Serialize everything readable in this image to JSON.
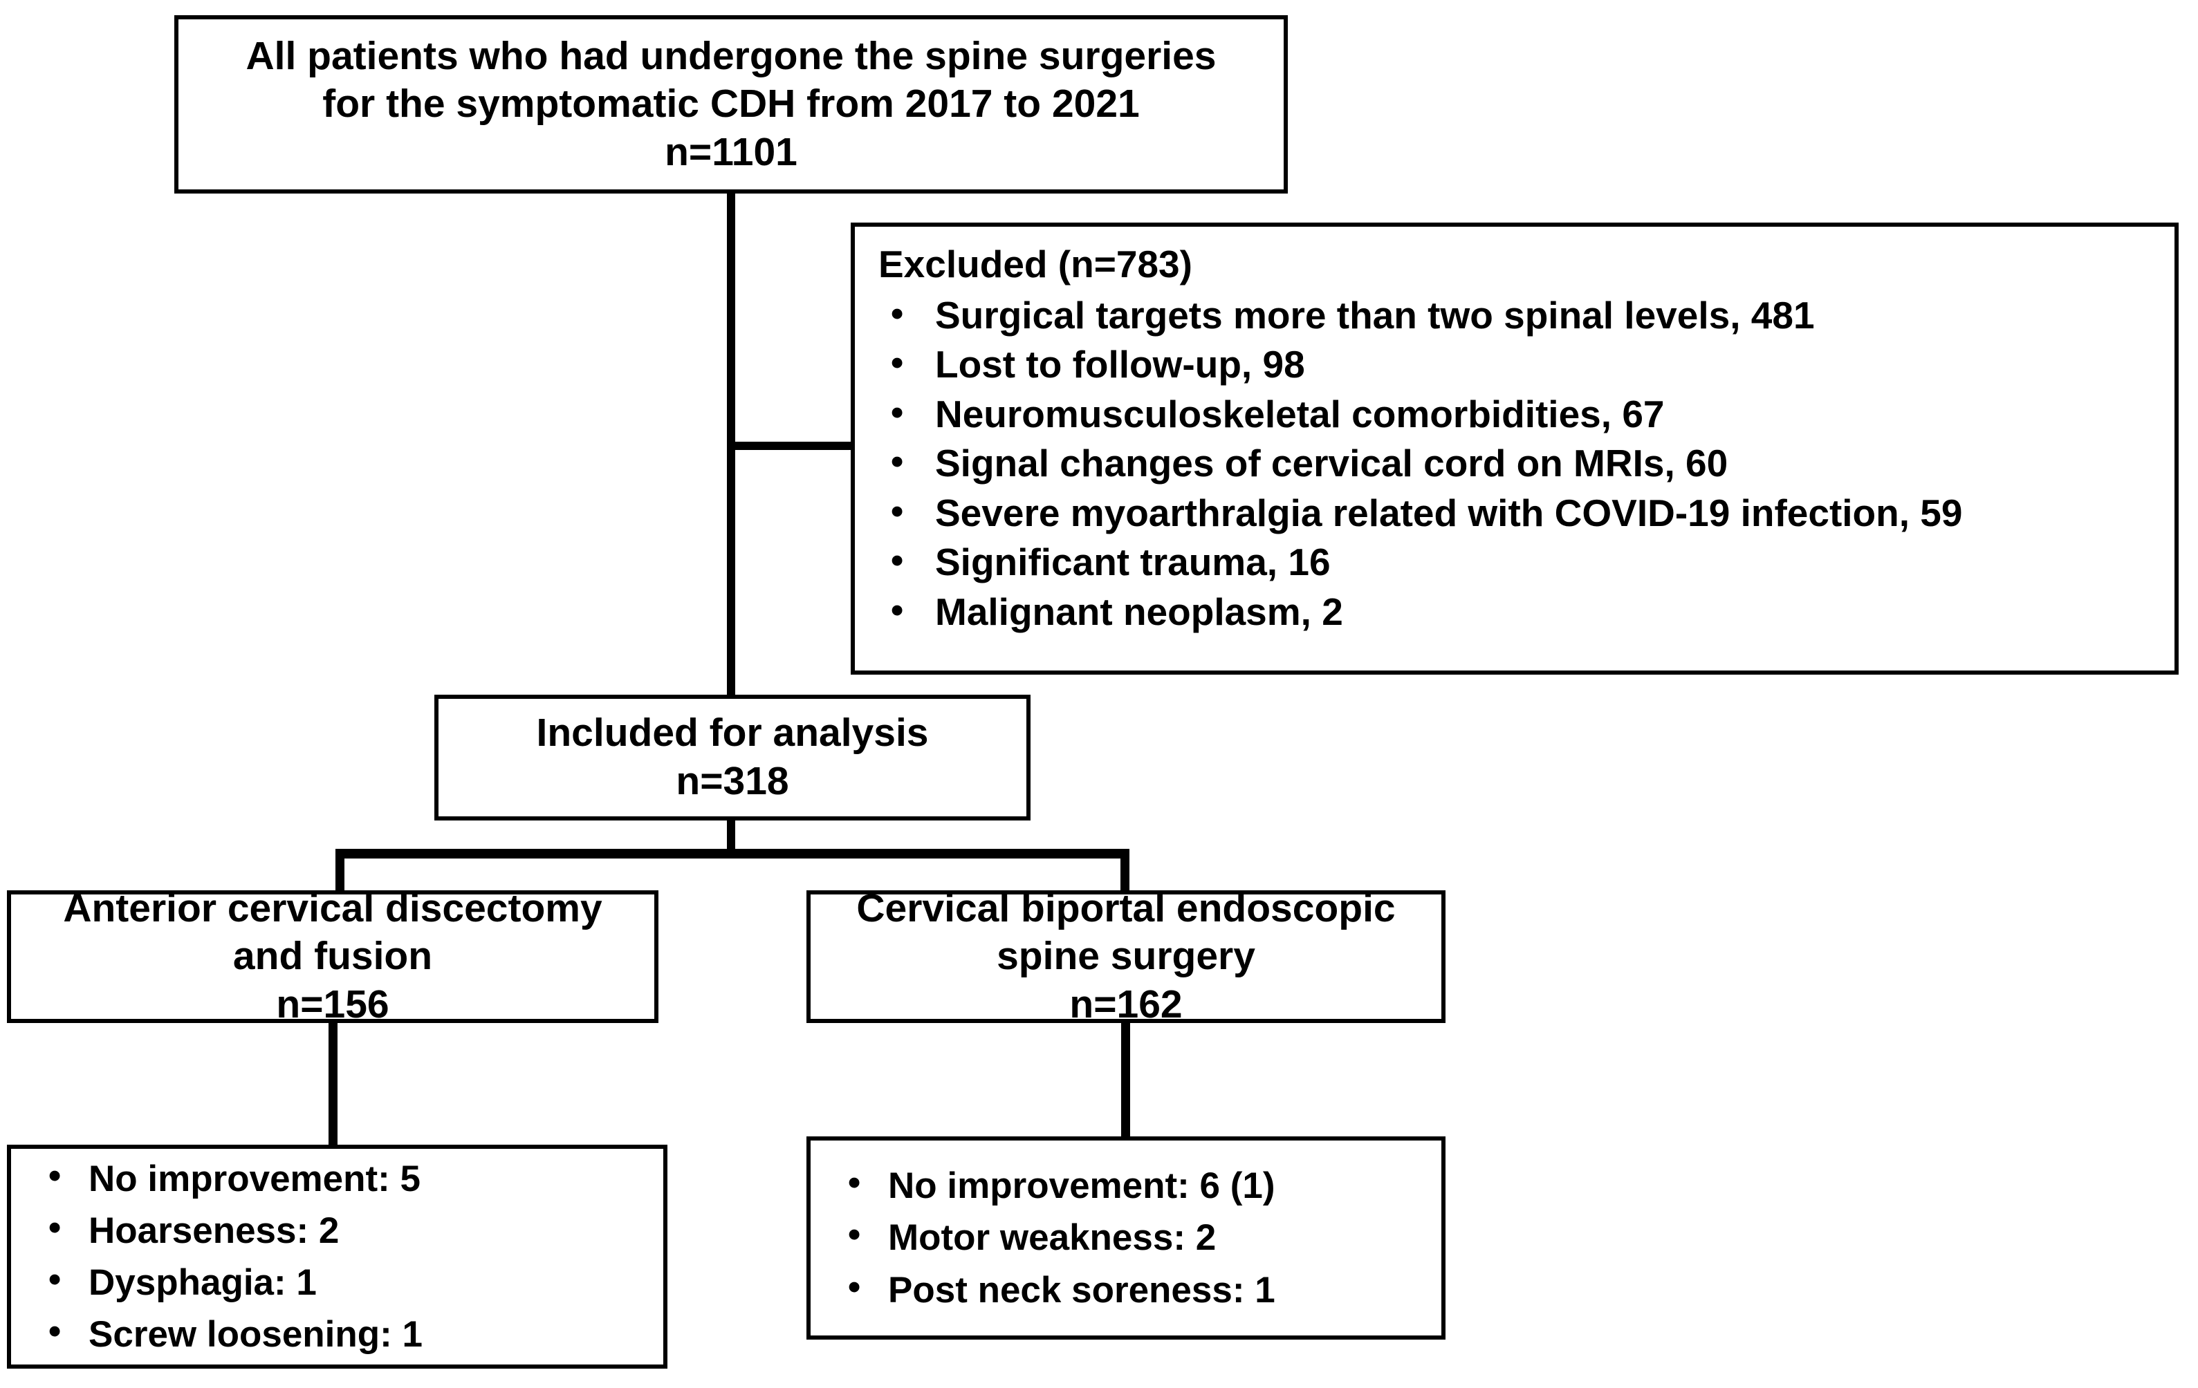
{
  "diagram": {
    "title": "Patient selection flow diagram",
    "colors": {
      "stroke": "#000000",
      "background": "#ffffff",
      "text": "#000000"
    },
    "bullet_glyph": "•",
    "enrolled_box": {
      "lines": [
        "All patients who had undergone the spine surgeries",
        "for the symptomatic CDH from 2017 to 2021",
        "n=1101"
      ],
      "count_label": "n=1101",
      "count": 1101
    },
    "excluded_box": {
      "title": "Excluded (n=783)",
      "count": 783,
      "reasons": [
        {
          "label": "Surgical targets more than two spinal levels, 481",
          "reason": "Surgical targets more than two spinal levels",
          "n": 481
        },
        {
          "label": "Lost to follow-up, 98",
          "reason": "Lost to follow-up",
          "n": 98
        },
        {
          "label": "Neuromusculoskeletal comorbidities, 67",
          "reason": "Neuromusculoskeletal comorbidities",
          "n": 67
        },
        {
          "label": "Signal changes of cervical cord on MRIs, 60",
          "reason": "Signal changes of cervical cord on MRIs",
          "n": 60
        },
        {
          "label": "Severe myoarthralgia related with COVID-19 infection, 59",
          "reason": "Severe myoarthralgia related with COVID-19 infection",
          "n": 59
        },
        {
          "label": "Significant trauma, 16",
          "reason": "Significant trauma",
          "n": 16
        },
        {
          "label": " Malignant neoplasm, 2",
          "reason": "Malignant neoplasm",
          "n": 2
        }
      ]
    },
    "included_box": {
      "lines": [
        "Included for analysis",
        "n=318"
      ],
      "count_label": "n=318",
      "count": 318
    },
    "arm_left": {
      "lines": [
        "Anterior cervical discectomy",
        "and fusion",
        "n=156"
      ],
      "name": "Anterior cervical discectomy and fusion",
      "count_label": "n=156",
      "count": 156
    },
    "arm_right": {
      "lines": [
        "Cervical biportal endoscopic",
        "spine surgery",
        "n=162"
      ],
      "name": "Cervical biportal endoscopic spine surgery",
      "count_label": "n=162",
      "count": 162
    },
    "outcomes_left": {
      "items": [
        {
          "label": "No improvement: 5",
          "outcome": "No improvement",
          "n": 5
        },
        {
          "label": "Hoarseness: 2",
          "outcome": "Hoarseness",
          "n": 2
        },
        {
          "label": "Dysphagia: 1",
          "outcome": "Dysphagia",
          "n": 1
        },
        {
          "label": "Screw loosening: 1",
          "outcome": "Screw loosening",
          "n": 1
        }
      ]
    },
    "outcomes_right": {
      "items": [
        {
          "label": "No improvement: 6 (1)",
          "outcome": "No improvement",
          "n": 6,
          "parenthetical": 1
        },
        {
          "label": "Motor weakness: 2",
          "outcome": "Motor weakness",
          "n": 2
        },
        {
          "label": "Post neck soreness: 1",
          "outcome": "Post neck soreness",
          "n": 1
        }
      ]
    }
  }
}
